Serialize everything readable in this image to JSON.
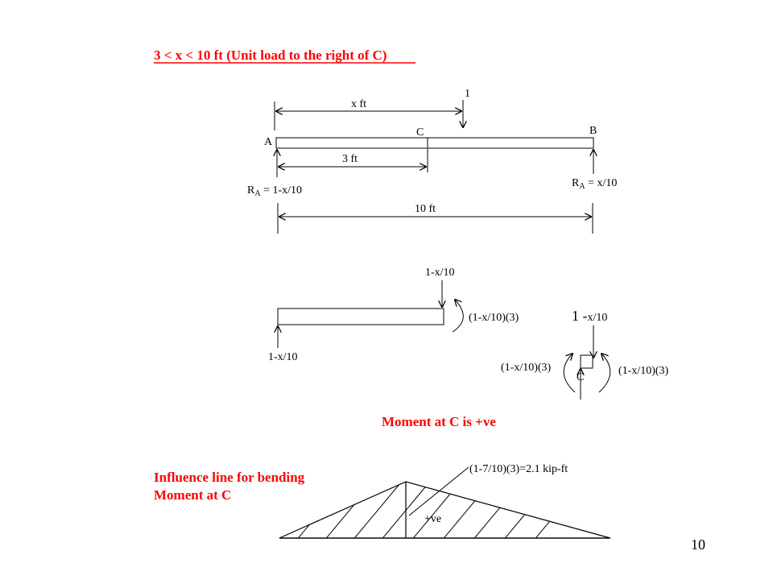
{
  "title": "3 < x < 10 ft (Unit load to the right of C)",
  "beam": {
    "label_x": "x ft",
    "label_unit_load": "1",
    "label_A": "A",
    "label_C": "C",
    "label_B": "B",
    "label_3ft": "3 ft",
    "reaction_A": "R_A = 1-x/10",
    "reaction_B": "R_A = x/10",
    "label_10ft": "10 ft"
  },
  "fbd": {
    "shear_top": "1-x/10",
    "moment_right": "(1-x/10)(3)",
    "reaction_left": "1-x/10"
  },
  "joint": {
    "shear_label_prefix": "1 -",
    "shear_label_rest": "x/10",
    "moment_left": "(1-x/10)(3)",
    "moment_right": "(1-x/10)(3)",
    "label_C": "C"
  },
  "moment_statement": "Moment at C is +ve",
  "influence": {
    "title_line1": "Influence line for bending",
    "title_line2": "Moment at C",
    "peak_label": "(1-7/10)(3)=2.1 kip-ft",
    "sign_label": "+ve"
  },
  "page_number": "10"
}
